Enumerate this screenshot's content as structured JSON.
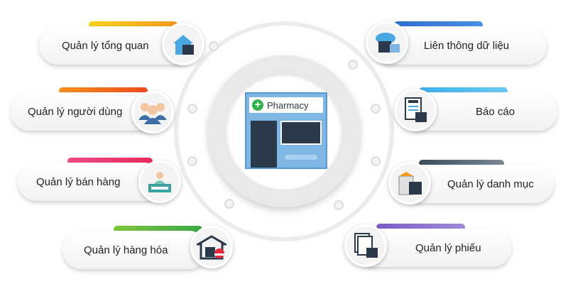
{
  "center": {
    "sign": "Pharmacy"
  },
  "left": [
    {
      "label": "Quản lý tổng quan",
      "icon": "house-icon",
      "bar": [
        "#f7d21c",
        "#f39a1c"
      ]
    },
    {
      "label": "Quản lý người dùng",
      "icon": "users-icon",
      "bar": [
        "#f7901e",
        "#ee4b22"
      ]
    },
    {
      "label": "Quản lý bán hàng",
      "icon": "cashier-icon",
      "bar": [
        "#f04a86",
        "#e52a5d"
      ]
    },
    {
      "label": "Quản lý hàng hóa",
      "icon": "warehouse-icon",
      "bar": [
        "#7ec63c",
        "#3aa845"
      ]
    }
  ],
  "right": [
    {
      "label": "Liên thông dữ liệu",
      "icon": "cloud-server-icon",
      "bar": [
        "#2f6fcf",
        "#4b8ee3"
      ]
    },
    {
      "label": "Báo cáo",
      "icon": "report-icon",
      "bar": [
        "#3bb0ea",
        "#6ec9f2"
      ]
    },
    {
      "label": "Quản lý danh mục",
      "icon": "catalog-icon",
      "bar": [
        "#3d4e5e",
        "#7a8896"
      ]
    },
    {
      "label": "Quản lý phiếu",
      "icon": "documents-icon",
      "bar": [
        "#7a5cc8",
        "#a08ad9"
      ]
    }
  ]
}
